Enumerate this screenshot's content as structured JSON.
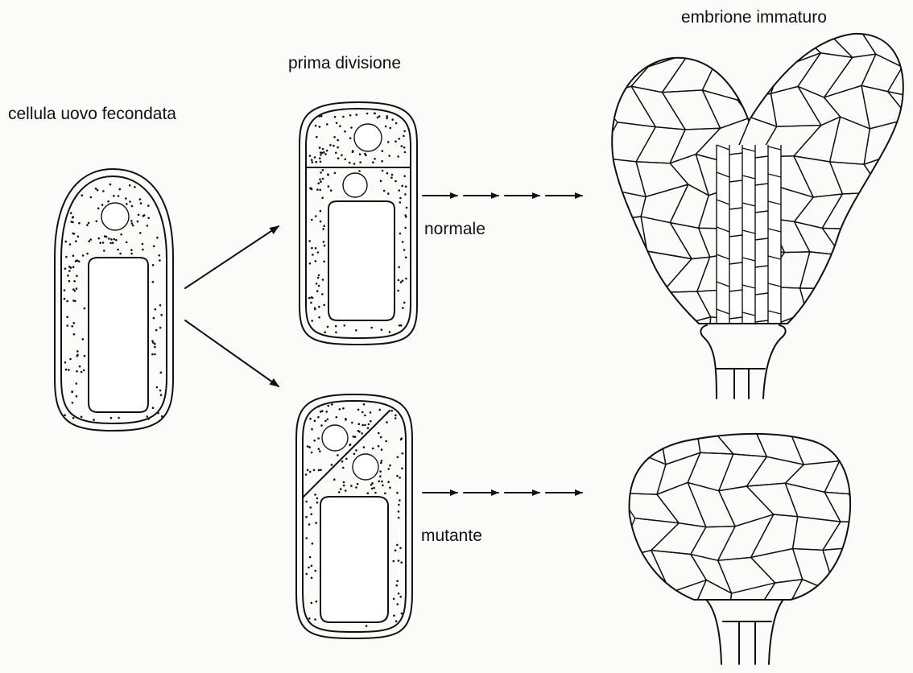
{
  "labels": {
    "fertilized_egg": "cellula uovo fecondata",
    "first_division": "prima divisione",
    "immature_embryo": "embrione immaturo",
    "normal": "normale",
    "mutant": "mutante"
  }
}
